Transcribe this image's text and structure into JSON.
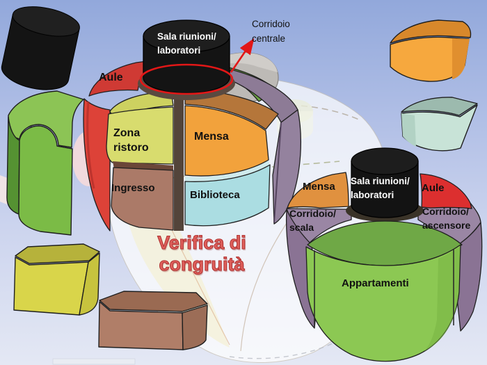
{
  "watermark": {
    "text": "Verifica di congruità",
    "color": "#e0605c"
  },
  "callout": {
    "label": "Corridoio centrale",
    "accent_color": "#e21717"
  },
  "building_left": {
    "tower_label": {
      "line1": "Sala riunioni/",
      "line2": "laboratori"
    },
    "segments": {
      "aule": {
        "label": "Aule",
        "color": "#dd4238"
      },
      "zona_ristoro": {
        "label": "Zona ristoro",
        "color": "#d8dc6e"
      },
      "mensa": {
        "label": "Mensa",
        "color": "#f2a23c"
      },
      "ingresso": {
        "label": "Ingresso",
        "color": "#ab7a68"
      },
      "biblioteca": {
        "label": "Biblioteca",
        "color": "#abdde2"
      }
    }
  },
  "building_right": {
    "tower_label": {
      "line1": "Sala riunioni/",
      "line2": "laboratori"
    },
    "segments": {
      "mensa": {
        "label": "Mensa",
        "color": "#e0913f"
      },
      "aule": {
        "label": "Aule",
        "color": "#dc2f2f"
      },
      "corridoio_scala": {
        "line1": "Corridoio/",
        "line2": "scala",
        "color": "#9a86a4"
      },
      "corridoio_ascensore": {
        "line1": "Corridoio/",
        "line2": "ascensore",
        "color": "#9a86a4"
      },
      "appartamenti": {
        "label": "Appartamenti",
        "color": "#8cc853"
      }
    }
  }
}
